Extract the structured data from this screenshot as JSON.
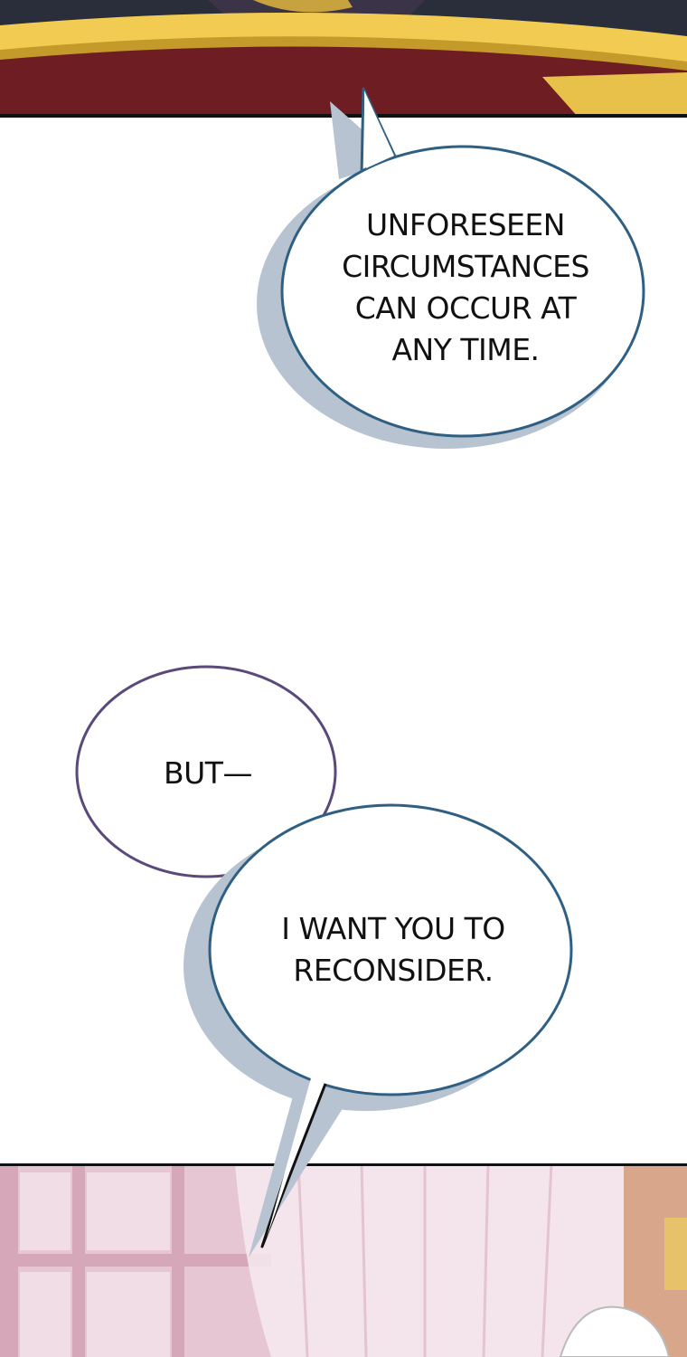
{
  "comic": {
    "bubbles": [
      {
        "text": "UNFORESEEN\nCIRCUMSTANCES\nCAN OCCUR AT\nANY TIME."
      },
      {
        "text": "BUT—"
      },
      {
        "text": "I WANT YOU TO\nRECONSIDER."
      }
    ]
  },
  "colors": {
    "page_background": "#ffffff",
    "bubble_fill": "#ffffff",
    "bubble_outline_blue": "#2f5f82",
    "bubble_outline_purple": "#5a4a7a",
    "bubble_shadow": "#b7c3d0",
    "top_panel_gold": "#f2cc52",
    "top_panel_red": "#7a1e24",
    "bottom_panel_pink": "#e8c9d6"
  }
}
